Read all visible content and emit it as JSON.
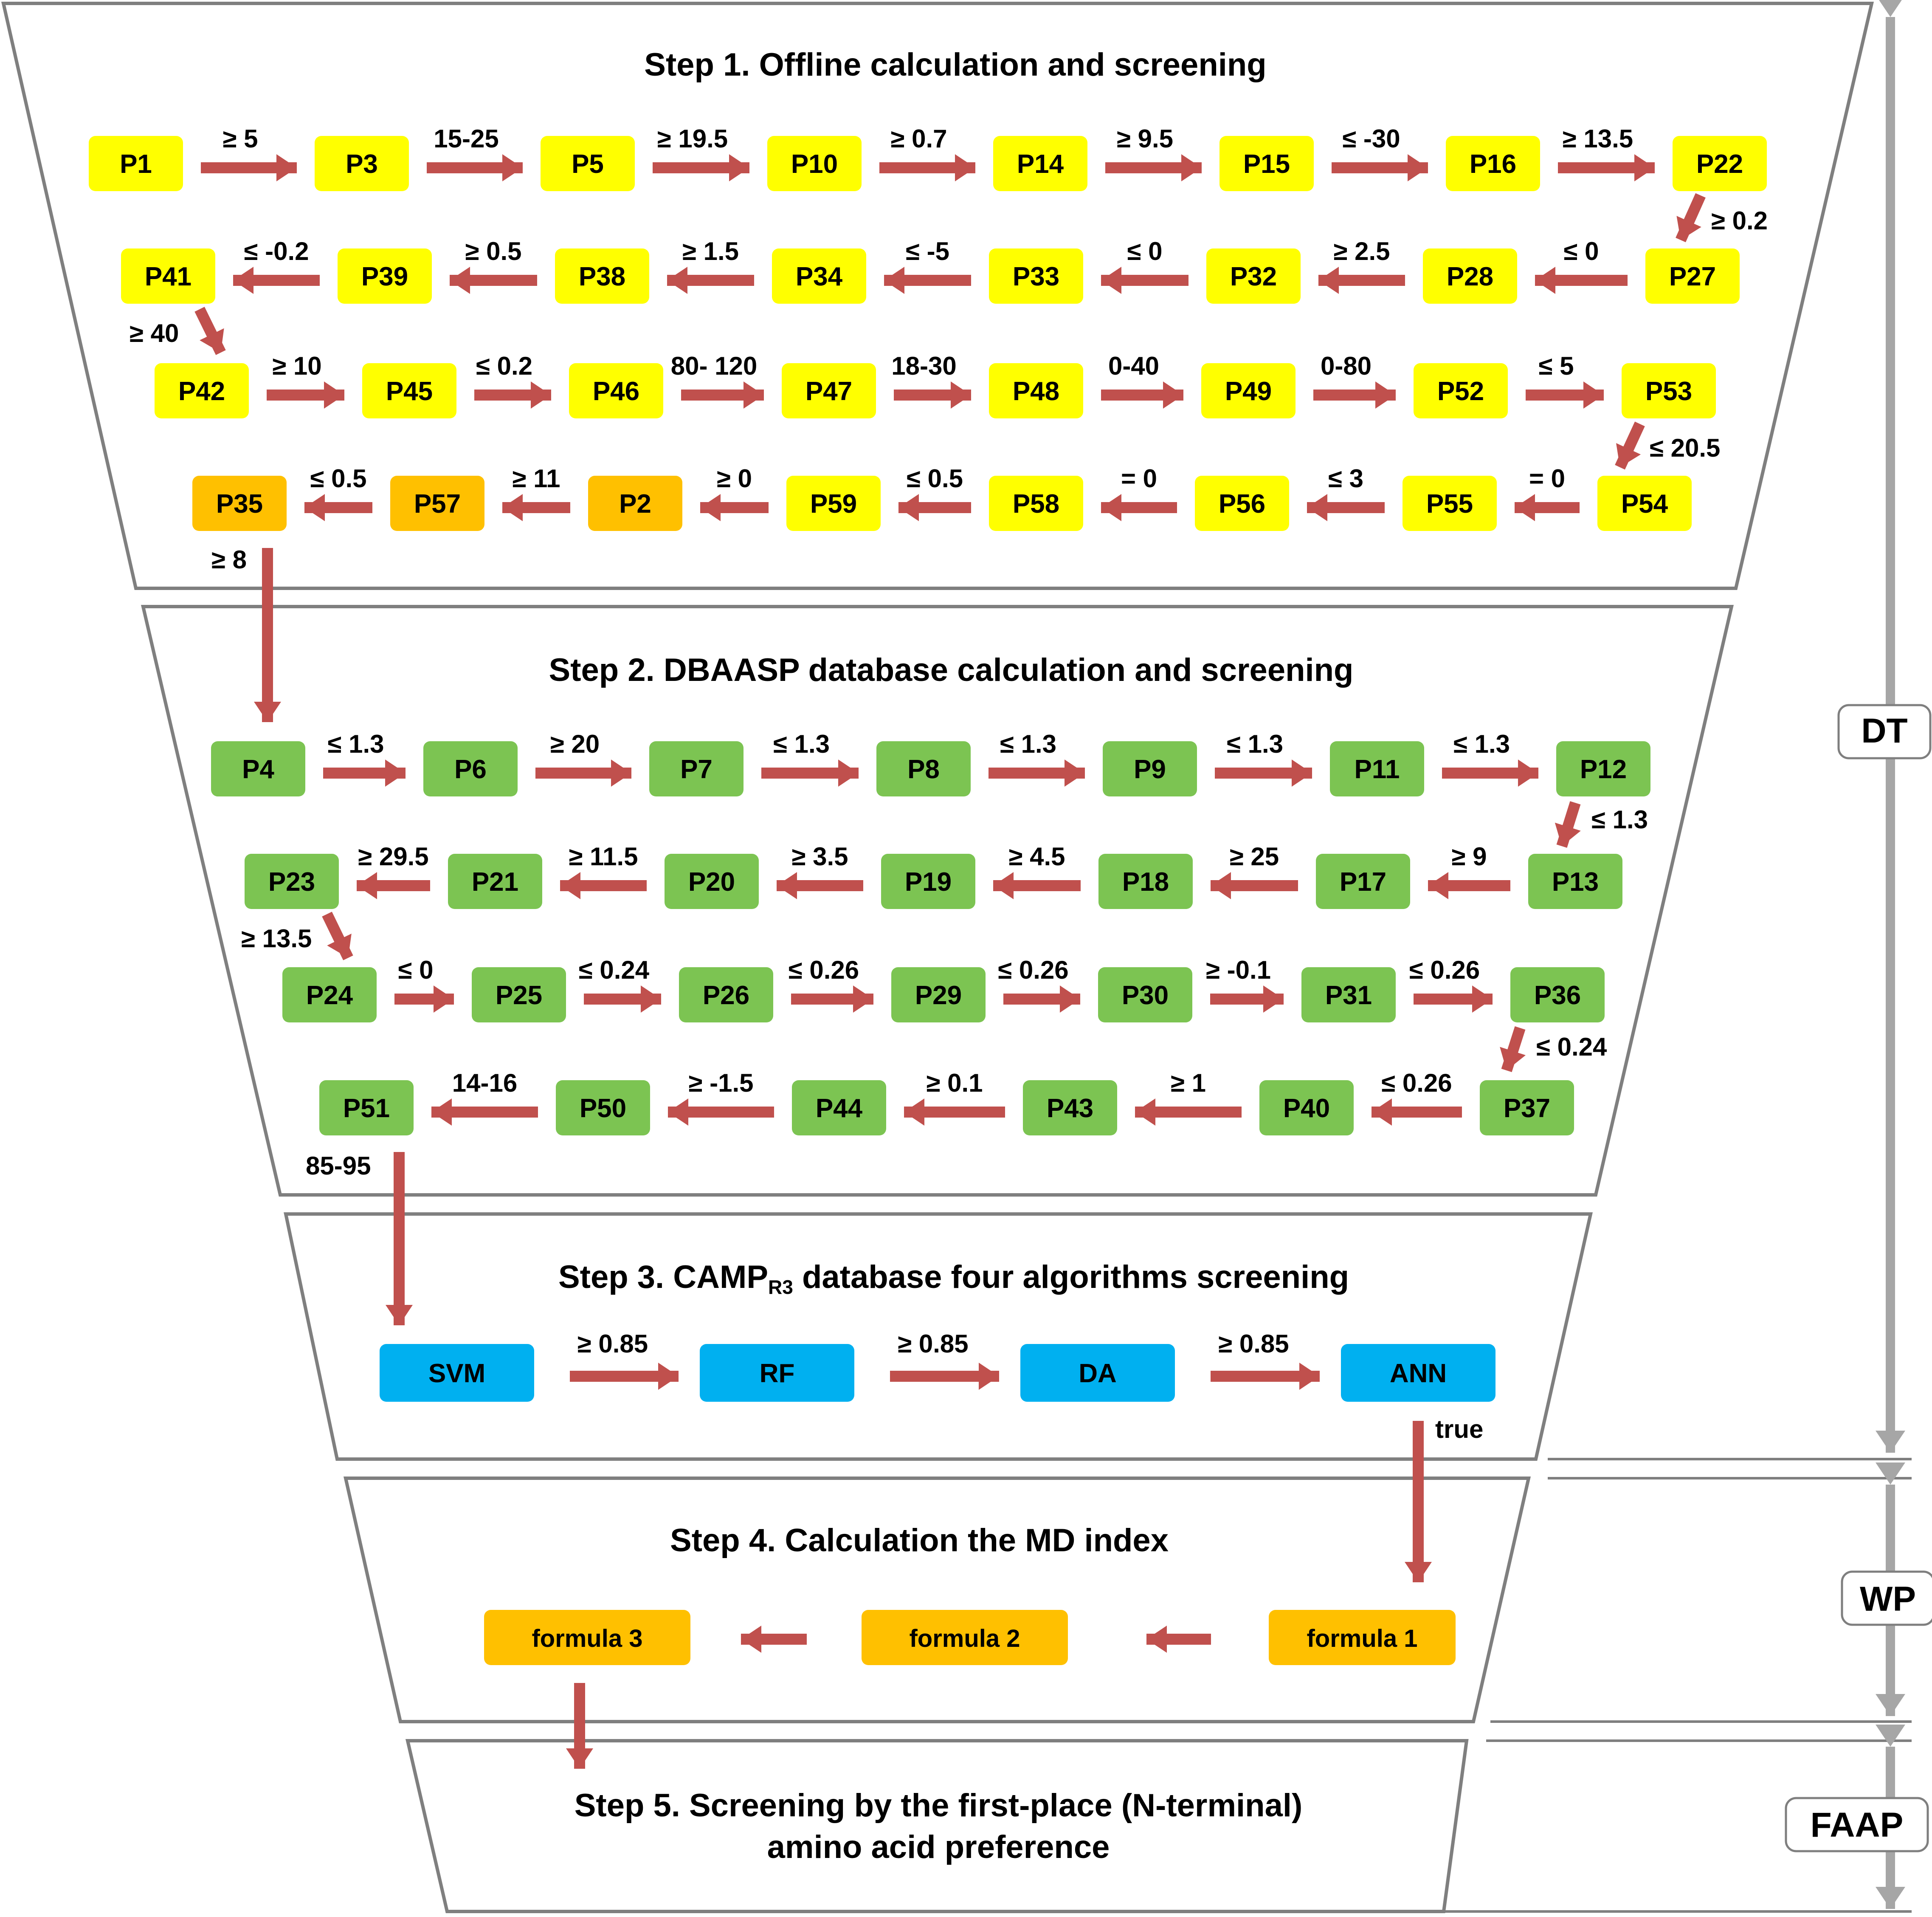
{
  "colors": {
    "yellow": "#FFFF00",
    "orange": "#FFC000",
    "green": "#7CC452",
    "blue": "#00B0F0",
    "arrow": "#C0504D",
    "outline": "#7F7F7F",
    "side_arrow": "#A6A6A6",
    "text": "#000000"
  },
  "step1": {
    "title": "Step 1. Offline calculation and screening",
    "rows": [
      {
        "nodes": [
          {
            "id": "P1",
            "color": "yellow"
          },
          {
            "id": "P3",
            "color": "yellow"
          },
          {
            "id": "P5",
            "color": "yellow"
          },
          {
            "id": "P10",
            "color": "yellow"
          },
          {
            "id": "P14",
            "color": "yellow"
          },
          {
            "id": "P15",
            "color": "yellow"
          },
          {
            "id": "P16",
            "color": "yellow"
          },
          {
            "id": "P22",
            "color": "yellow"
          }
        ],
        "edges": [
          "≥ 5",
          "15-25",
          "≥ 19.5",
          "≥ 0.7",
          "≥ 9.5",
          "≤ -30",
          "≥ 13.5"
        ]
      },
      {
        "nodes": [
          {
            "id": "P41",
            "color": "yellow"
          },
          {
            "id": "P39",
            "color": "yellow"
          },
          {
            "id": "P38",
            "color": "yellow"
          },
          {
            "id": "P34",
            "color": "yellow"
          },
          {
            "id": "P33",
            "color": "yellow"
          },
          {
            "id": "P32",
            "color": "yellow"
          },
          {
            "id": "P28",
            "color": "yellow"
          },
          {
            "id": "P27",
            "color": "yellow"
          }
        ],
        "edges": [
          "≤ -0.2",
          "≥ 0.5",
          "≥ 1.5",
          "≤ -5",
          "≤ 0",
          "≥ 2.5",
          "≤ 0"
        ]
      },
      {
        "nodes": [
          {
            "id": "P42",
            "color": "yellow"
          },
          {
            "id": "P45",
            "color": "yellow"
          },
          {
            "id": "P46",
            "color": "yellow"
          },
          {
            "id": "P47",
            "color": "yellow"
          },
          {
            "id": "P48",
            "color": "yellow"
          },
          {
            "id": "P49",
            "color": "yellow"
          },
          {
            "id": "P52",
            "color": "yellow"
          },
          {
            "id": "P53",
            "color": "yellow"
          }
        ],
        "edges": [
          "≥ 10",
          "≤ 0.2",
          "80- 120",
          "18-30",
          "0-40",
          "0-80",
          "≤ 5"
        ]
      },
      {
        "nodes": [
          {
            "id": "P35",
            "color": "orange"
          },
          {
            "id": "P57",
            "color": "orange"
          },
          {
            "id": "P2",
            "color": "orange"
          },
          {
            "id": "P59",
            "color": "yellow"
          },
          {
            "id": "P58",
            "color": "yellow"
          },
          {
            "id": "P56",
            "color": "yellow"
          },
          {
            "id": "P55",
            "color": "yellow"
          },
          {
            "id": "P54",
            "color": "yellow"
          }
        ],
        "edges": [
          "≤ 0.5",
          "≥ 11",
          "≥ 0",
          "≤ 0.5",
          "= 0",
          "≤ 3",
          "= 0"
        ]
      }
    ],
    "turns": [
      "≥ 0.2",
      "≥ 40",
      "≤ 20.5"
    ],
    "exit": "≥ 8"
  },
  "step2": {
    "title": "Step 2.  DBAASP database calculation and screening",
    "rows": [
      {
        "nodes": [
          {
            "id": "P4",
            "color": "green"
          },
          {
            "id": "P6",
            "color": "green"
          },
          {
            "id": "P7",
            "color": "green"
          },
          {
            "id": "P8",
            "color": "green"
          },
          {
            "id": "P9",
            "color": "green"
          },
          {
            "id": "P11",
            "color": "green"
          },
          {
            "id": "P12",
            "color": "green"
          }
        ],
        "edges": [
          "≤ 1.3",
          "≥ 20",
          "≤ 1.3",
          "≤ 1.3",
          "≤ 1.3",
          "≤ 1.3"
        ]
      },
      {
        "nodes": [
          {
            "id": "P23",
            "color": "green"
          },
          {
            "id": "P21",
            "color": "green"
          },
          {
            "id": "P20",
            "color": "green"
          },
          {
            "id": "P19",
            "color": "green"
          },
          {
            "id": "P18",
            "color": "green"
          },
          {
            "id": "P17",
            "color": "green"
          },
          {
            "id": "P13",
            "color": "green"
          }
        ],
        "edges": [
          "≥ 29.5",
          "≥ 11.5",
          "≥ 3.5",
          "≥ 4.5",
          "≥ 25",
          "≥ 9"
        ]
      },
      {
        "nodes": [
          {
            "id": "P24",
            "color": "green"
          },
          {
            "id": "P25",
            "color": "green"
          },
          {
            "id": "P26",
            "color": "green"
          },
          {
            "id": "P29",
            "color": "green"
          },
          {
            "id": "P30",
            "color": "green"
          },
          {
            "id": "P31",
            "color": "green"
          },
          {
            "id": "P36",
            "color": "green"
          }
        ],
        "edges": [
          "≤ 0",
          "≤ 0.24",
          "≤ 0.26",
          "≤ 0.26",
          "≥ -0.1",
          "≤ 0.26"
        ]
      },
      {
        "nodes": [
          {
            "id": "P51",
            "color": "green"
          },
          {
            "id": "P50",
            "color": "green"
          },
          {
            "id": "P44",
            "color": "green"
          },
          {
            "id": "P43",
            "color": "green"
          },
          {
            "id": "P40",
            "color": "green"
          },
          {
            "id": "P37",
            "color": "green"
          }
        ],
        "edges": [
          "14-16",
          "≥ -1.5",
          "≥ 0.1",
          "≥ 1",
          "≤ 0.26"
        ]
      }
    ],
    "turns": [
      "≤ 1.3",
      "≥ 13.5",
      "≤ 0.24"
    ],
    "exit": "85-95"
  },
  "step3": {
    "title_prefix": "Step 3. CAMP",
    "title_sub": "R3",
    "title_suffix": " database four algorithms screening",
    "nodes": [
      {
        "id": "SVM",
        "color": "blue"
      },
      {
        "id": "RF",
        "color": "blue"
      },
      {
        "id": "DA",
        "color": "blue"
      },
      {
        "id": "ANN",
        "color": "blue"
      }
    ],
    "edges": [
      "≥ 0.85",
      "≥ 0.85",
      "≥ 0.85"
    ],
    "exit": "true"
  },
  "step4": {
    "title": "Step 4. Calculation the MD index",
    "nodes": [
      {
        "id": "formula 3",
        "color": "orange"
      },
      {
        "id": "formula 2",
        "color": "orange"
      },
      {
        "id": "formula 1",
        "color": "orange"
      }
    ]
  },
  "step5": {
    "title_line1": "Step 5. Screening by the first-place (N-terminal)",
    "title_line2": "amino acid preference"
  },
  "side_labels": [
    "DT",
    "WP",
    "FAAP"
  ]
}
